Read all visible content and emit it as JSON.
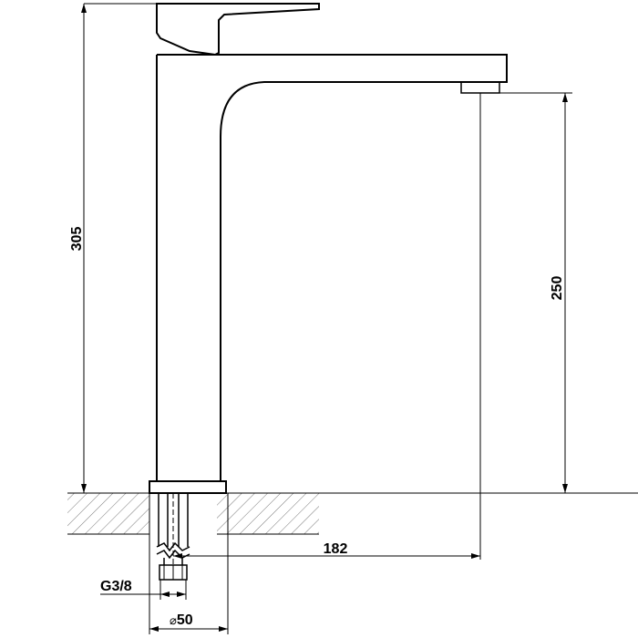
{
  "dimensions": {
    "total_height": "305",
    "spout_height": "250",
    "spout_reach": "182",
    "connection_thread": "G3/8",
    "hole_diameter_symbol": "⌀",
    "hole_diameter": "50"
  },
  "colors": {
    "line": "#000000",
    "hatch": "#555555",
    "background": "#ffffff"
  }
}
